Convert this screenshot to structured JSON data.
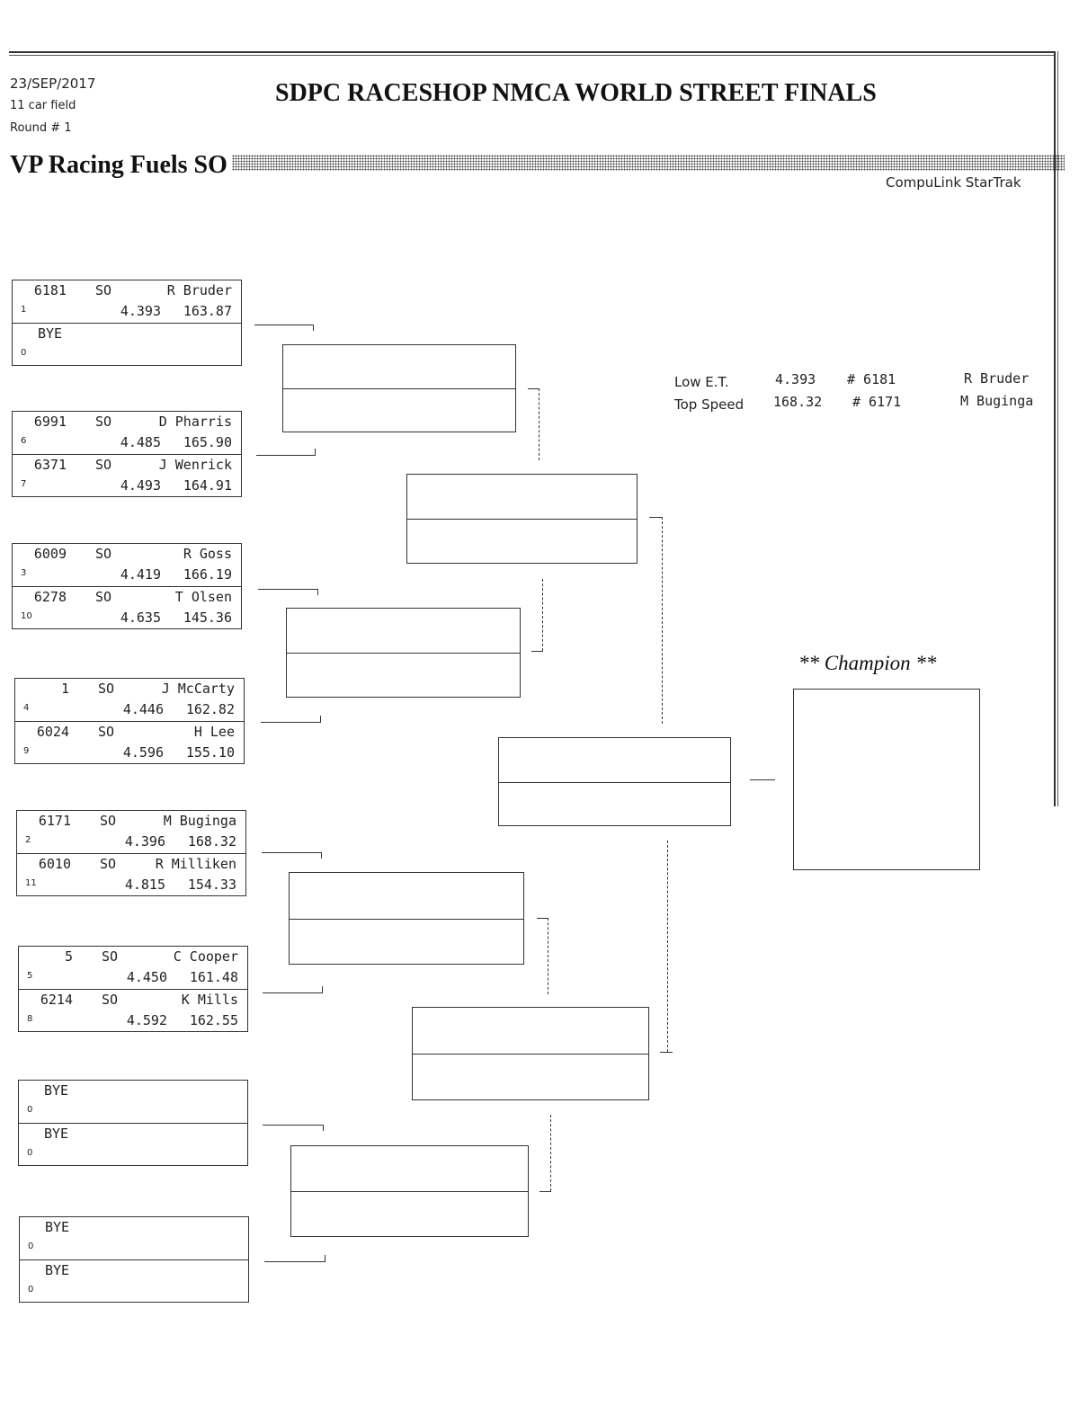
{
  "header": {
    "date": "23/SEP/2017",
    "field": "11 car field",
    "round": "Round # 1",
    "title": "SDPC RACESHOP NMCA WORLD STREET FINALS",
    "class_title": "VP Racing Fuels SO",
    "brand": "CompuLink StarTrak"
  },
  "stats": {
    "low_et": {
      "label": "Low  E.T.",
      "value": "4.393",
      "car": "# 6181",
      "driver": "R Bruder"
    },
    "top_speed": {
      "label": "Top Speed",
      "value": "168.32",
      "car": "# 6171",
      "driver": "M Buginga"
    }
  },
  "round1": [
    {
      "top": {
        "car": "6181",
        "cls": "SO",
        "name": "R Bruder",
        "seed": "1",
        "et": "4.393",
        "speed": "163.87"
      },
      "bottom": {
        "bye": "BYE",
        "seed": "0"
      }
    },
    {
      "top": {
        "car": "6991",
        "cls": "SO",
        "name": "D Pharris",
        "seed": "6",
        "et": "4.485",
        "speed": "165.90"
      },
      "bottom": {
        "car": "6371",
        "cls": "SO",
        "name": "J Wenrick",
        "seed": "7",
        "et": "4.493",
        "speed": "164.91"
      }
    },
    {
      "top": {
        "car": "6009",
        "cls": "SO",
        "name": "R Goss",
        "seed": "3",
        "et": "4.419",
        "speed": "166.19"
      },
      "bottom": {
        "car": "6278",
        "cls": "SO",
        "name": "T Olsen",
        "seed": "10",
        "et": "4.635",
        "speed": "145.36"
      }
    },
    {
      "top": {
        "car": "1",
        "cls": "SO",
        "name": "J McCarty",
        "seed": "4",
        "et": "4.446",
        "speed": "162.82"
      },
      "bottom": {
        "car": "6024",
        "cls": "SO",
        "name": "H Lee",
        "seed": "9",
        "et": "4.596",
        "speed": "155.10"
      }
    },
    {
      "top": {
        "car": "6171",
        "cls": "SO",
        "name": "M Buginga",
        "seed": "2",
        "et": "4.396",
        "speed": "168.32"
      },
      "bottom": {
        "car": "6010",
        "cls": "SO",
        "name": "R Milliken",
        "seed": "11",
        "et": "4.815",
        "speed": "154.33"
      }
    },
    {
      "top": {
        "car": "5",
        "cls": "SO",
        "name": "C Cooper",
        "seed": "5",
        "et": "4.450",
        "speed": "161.48"
      },
      "bottom": {
        "car": "6214",
        "cls": "SO",
        "name": "K Mills",
        "seed": "8",
        "et": "4.592",
        "speed": "162.55"
      }
    },
    {
      "top": {
        "bye": "BYE",
        "seed": "0"
      },
      "bottom": {
        "bye": "BYE",
        "seed": "0"
      }
    },
    {
      "top": {
        "bye": "BYE",
        "seed": "0"
      },
      "bottom": {
        "bye": "BYE",
        "seed": "0"
      }
    }
  ],
  "champion": {
    "label": "** Champion **"
  }
}
